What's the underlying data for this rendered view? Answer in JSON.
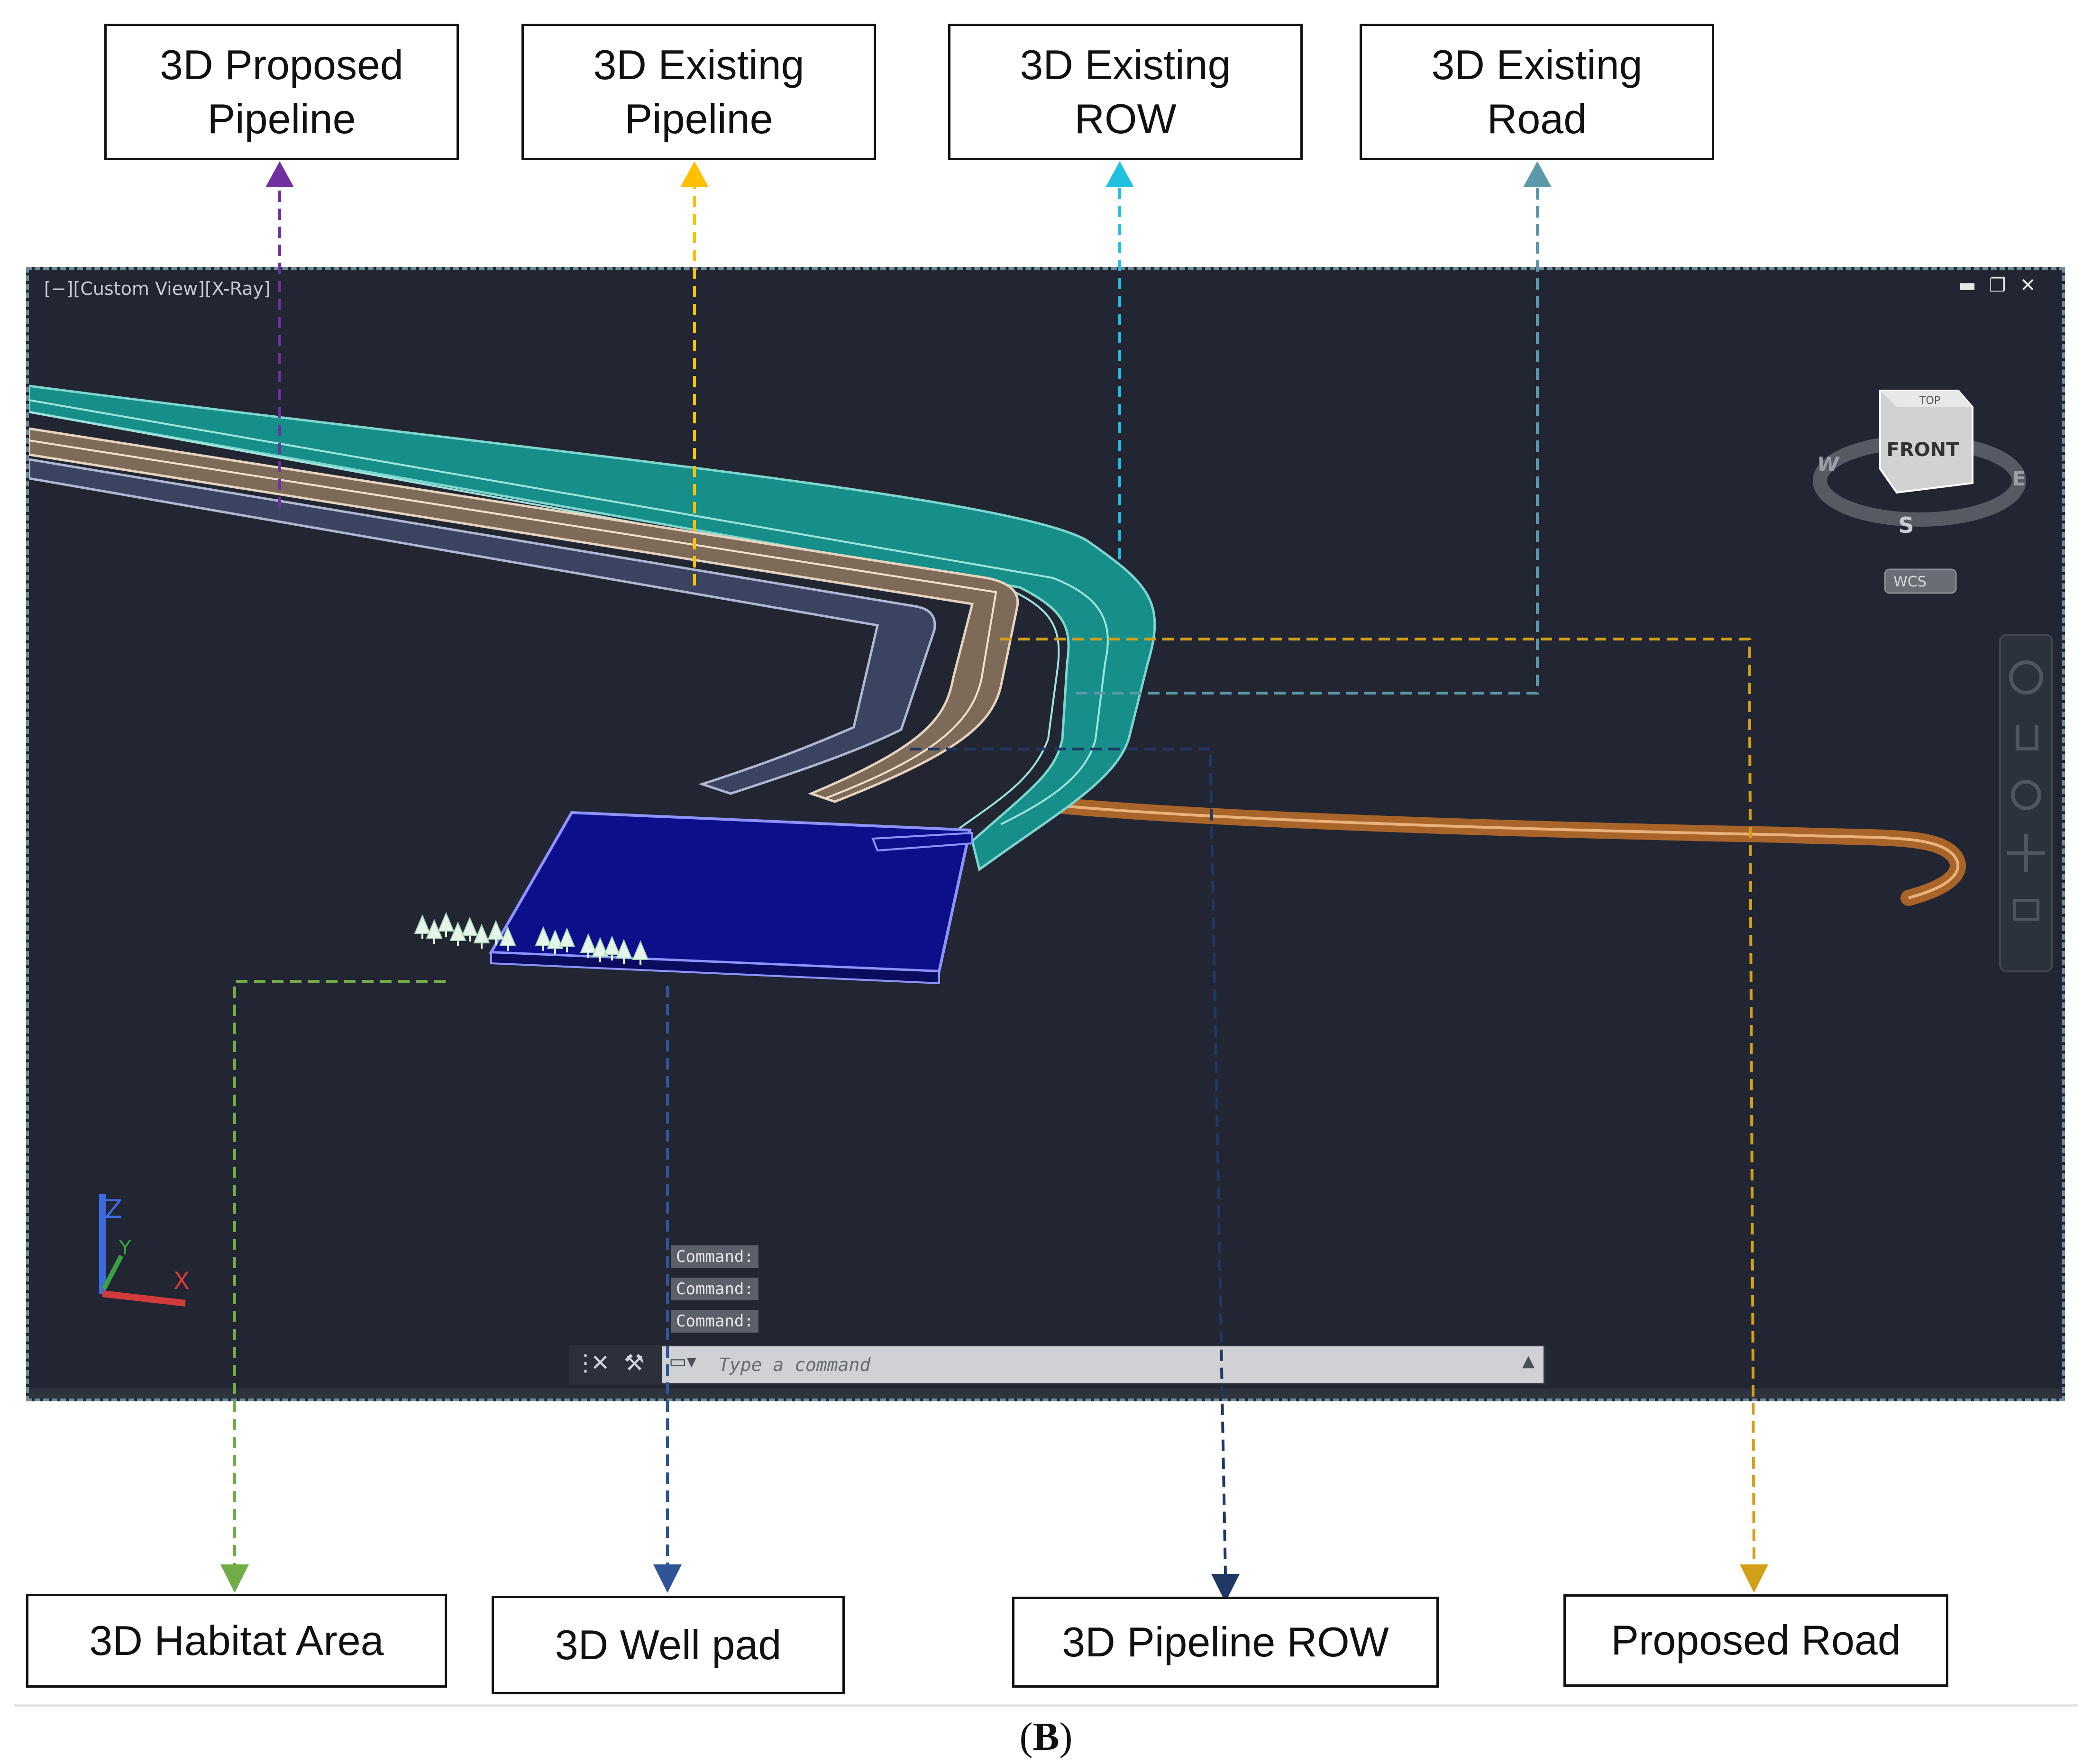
{
  "callouts_top": [
    {
      "line1": "3D Proposed",
      "line2": "Pipeline"
    },
    {
      "line1": "3D Existing",
      "line2": "Pipeline"
    },
    {
      "line1": "3D Existing",
      "line2": "ROW"
    },
    {
      "line1": "3D Existing",
      "line2": "Road"
    }
  ],
  "callouts_bottom": [
    {
      "label": "3D Habitat Area"
    },
    {
      "label": "3D Well pad"
    },
    {
      "label": "3D Pipeline ROW"
    },
    {
      "label": "Proposed Road"
    }
  ],
  "viewport": {
    "view_label": "[−][Custom View][X-Ray]",
    "window_controls": {
      "minimize": "▬",
      "restore": "❐",
      "close": "✕"
    },
    "viewcube": {
      "face": "FRONT",
      "top": "TOP",
      "west": "W",
      "east": "E",
      "south": "S",
      "ucs": "WCS"
    },
    "axis_labels": {
      "z": "Z",
      "y": "Y",
      "x": "X"
    },
    "command_history": [
      "Command:",
      "Command:",
      "Command:"
    ],
    "command_placeholder": "Type a command"
  },
  "colors": {
    "proposed_pipeline": "#7030a0",
    "existing_pipeline": "#ffc000",
    "existing_row": "#1fc0e0",
    "existing_road": "#5b99aa",
    "habitat_area": "#70ad47",
    "well_pad": "#2f5597",
    "pipeline_row": "#1f3864",
    "proposed_road": "#d4a017"
  },
  "caption": {
    "open": "(",
    "letter": "B",
    "close": ")"
  }
}
